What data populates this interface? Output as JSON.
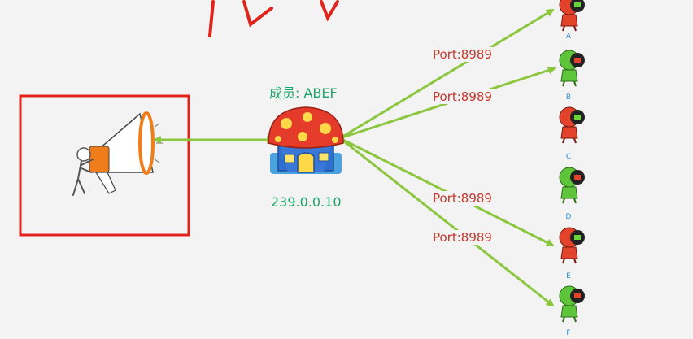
{
  "group": {
    "label": "成员: ABEF",
    "ip": "239.0.0.10"
  },
  "port_label": "Port:8989",
  "members": [
    {
      "letter": "A",
      "color": "red"
    },
    {
      "letter": "B",
      "color": "green"
    },
    {
      "letter": "C",
      "color": "red"
    },
    {
      "letter": "D",
      "color": "green"
    },
    {
      "letter": "E",
      "color": "red"
    },
    {
      "letter": "F",
      "color": "green"
    }
  ],
  "colors": {
    "arrow": "#8cc63f",
    "frame": "#e0241b",
    "port_text": "#c8332a",
    "group_text": "#1aa66b",
    "letter_text": "#2f8fd6",
    "character_red": "#e2432a",
    "character_green": "#5ec43a"
  }
}
